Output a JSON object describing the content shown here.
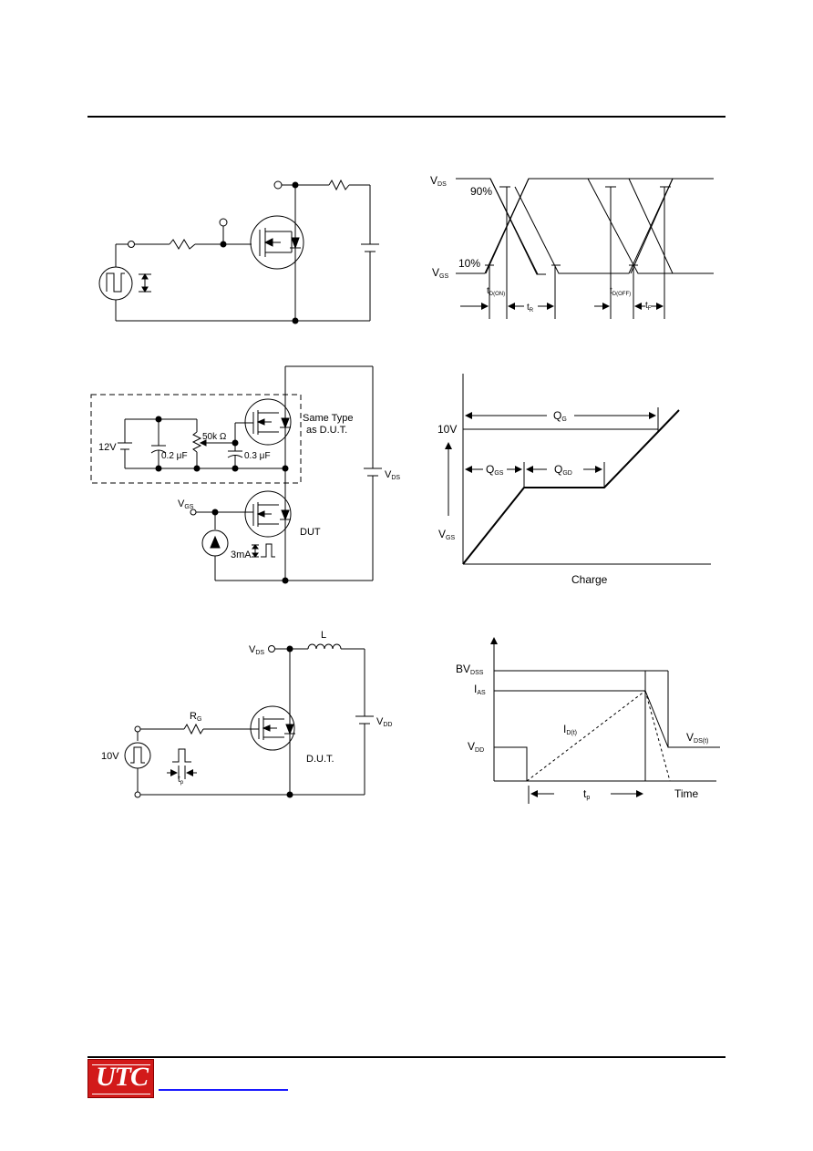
{
  "logo": {
    "text": "UTC"
  },
  "fig_switch_circuit": {},
  "fig_switch_waveform": {
    "vds": "V",
    "vds_sub": "DS",
    "vgs": "V",
    "vgs_sub": "GS",
    "pct90": "90%",
    "pct10": "10%",
    "td_on": "t",
    "td_on_sub": "D(ON)",
    "tr": "t",
    "tr_sub": "R",
    "td_off": "t",
    "td_off_sub": "D(OFF)",
    "tf": "t",
    "tf_sub": "F"
  },
  "fig_gate_charge_circuit": {
    "same_type_1": "Same Type",
    "same_type_2": "as D.U.T.",
    "v12": "12V",
    "r50k": "50k Ω",
    "c02": "0.2 μF",
    "c03": "0.3 μF",
    "vds": "V",
    "vds_sub": "DS",
    "vgs": "V",
    "vgs_sub": "GS",
    "dut": "DUT",
    "ma3": "3mA"
  },
  "fig_gate_charge_waveform": {
    "qg": "Q",
    "qg_sub": "G",
    "v10": "10V",
    "qgs": "Q",
    "qgs_sub": "GS",
    "qgd": "Q",
    "qgd_sub": "GD",
    "vgs": "V",
    "vgs_sub": "GS",
    "charge": "Charge"
  },
  "fig_avalanche_circuit": {
    "vds": "V",
    "vds_sub": "DS",
    "l": "L",
    "rg": "R",
    "rg_sub": "G",
    "vdd": "V",
    "vdd_sub": "DD",
    "v10": "10V",
    "tp": "t",
    "tp_sub": "p",
    "dut": "D.U.T."
  },
  "fig_avalanche_waveform": {
    "bvdss": "BV",
    "bvdss_sub": "DSS",
    "ias": "I",
    "ias_sub": "AS",
    "id": "I",
    "id_sub": "D(t)",
    "vdd": "V",
    "vdd_sub": "DD",
    "vdst": "V",
    "vdst_sub": "DS(t)",
    "tp": "t",
    "tp_sub": "p",
    "time": "Time"
  }
}
